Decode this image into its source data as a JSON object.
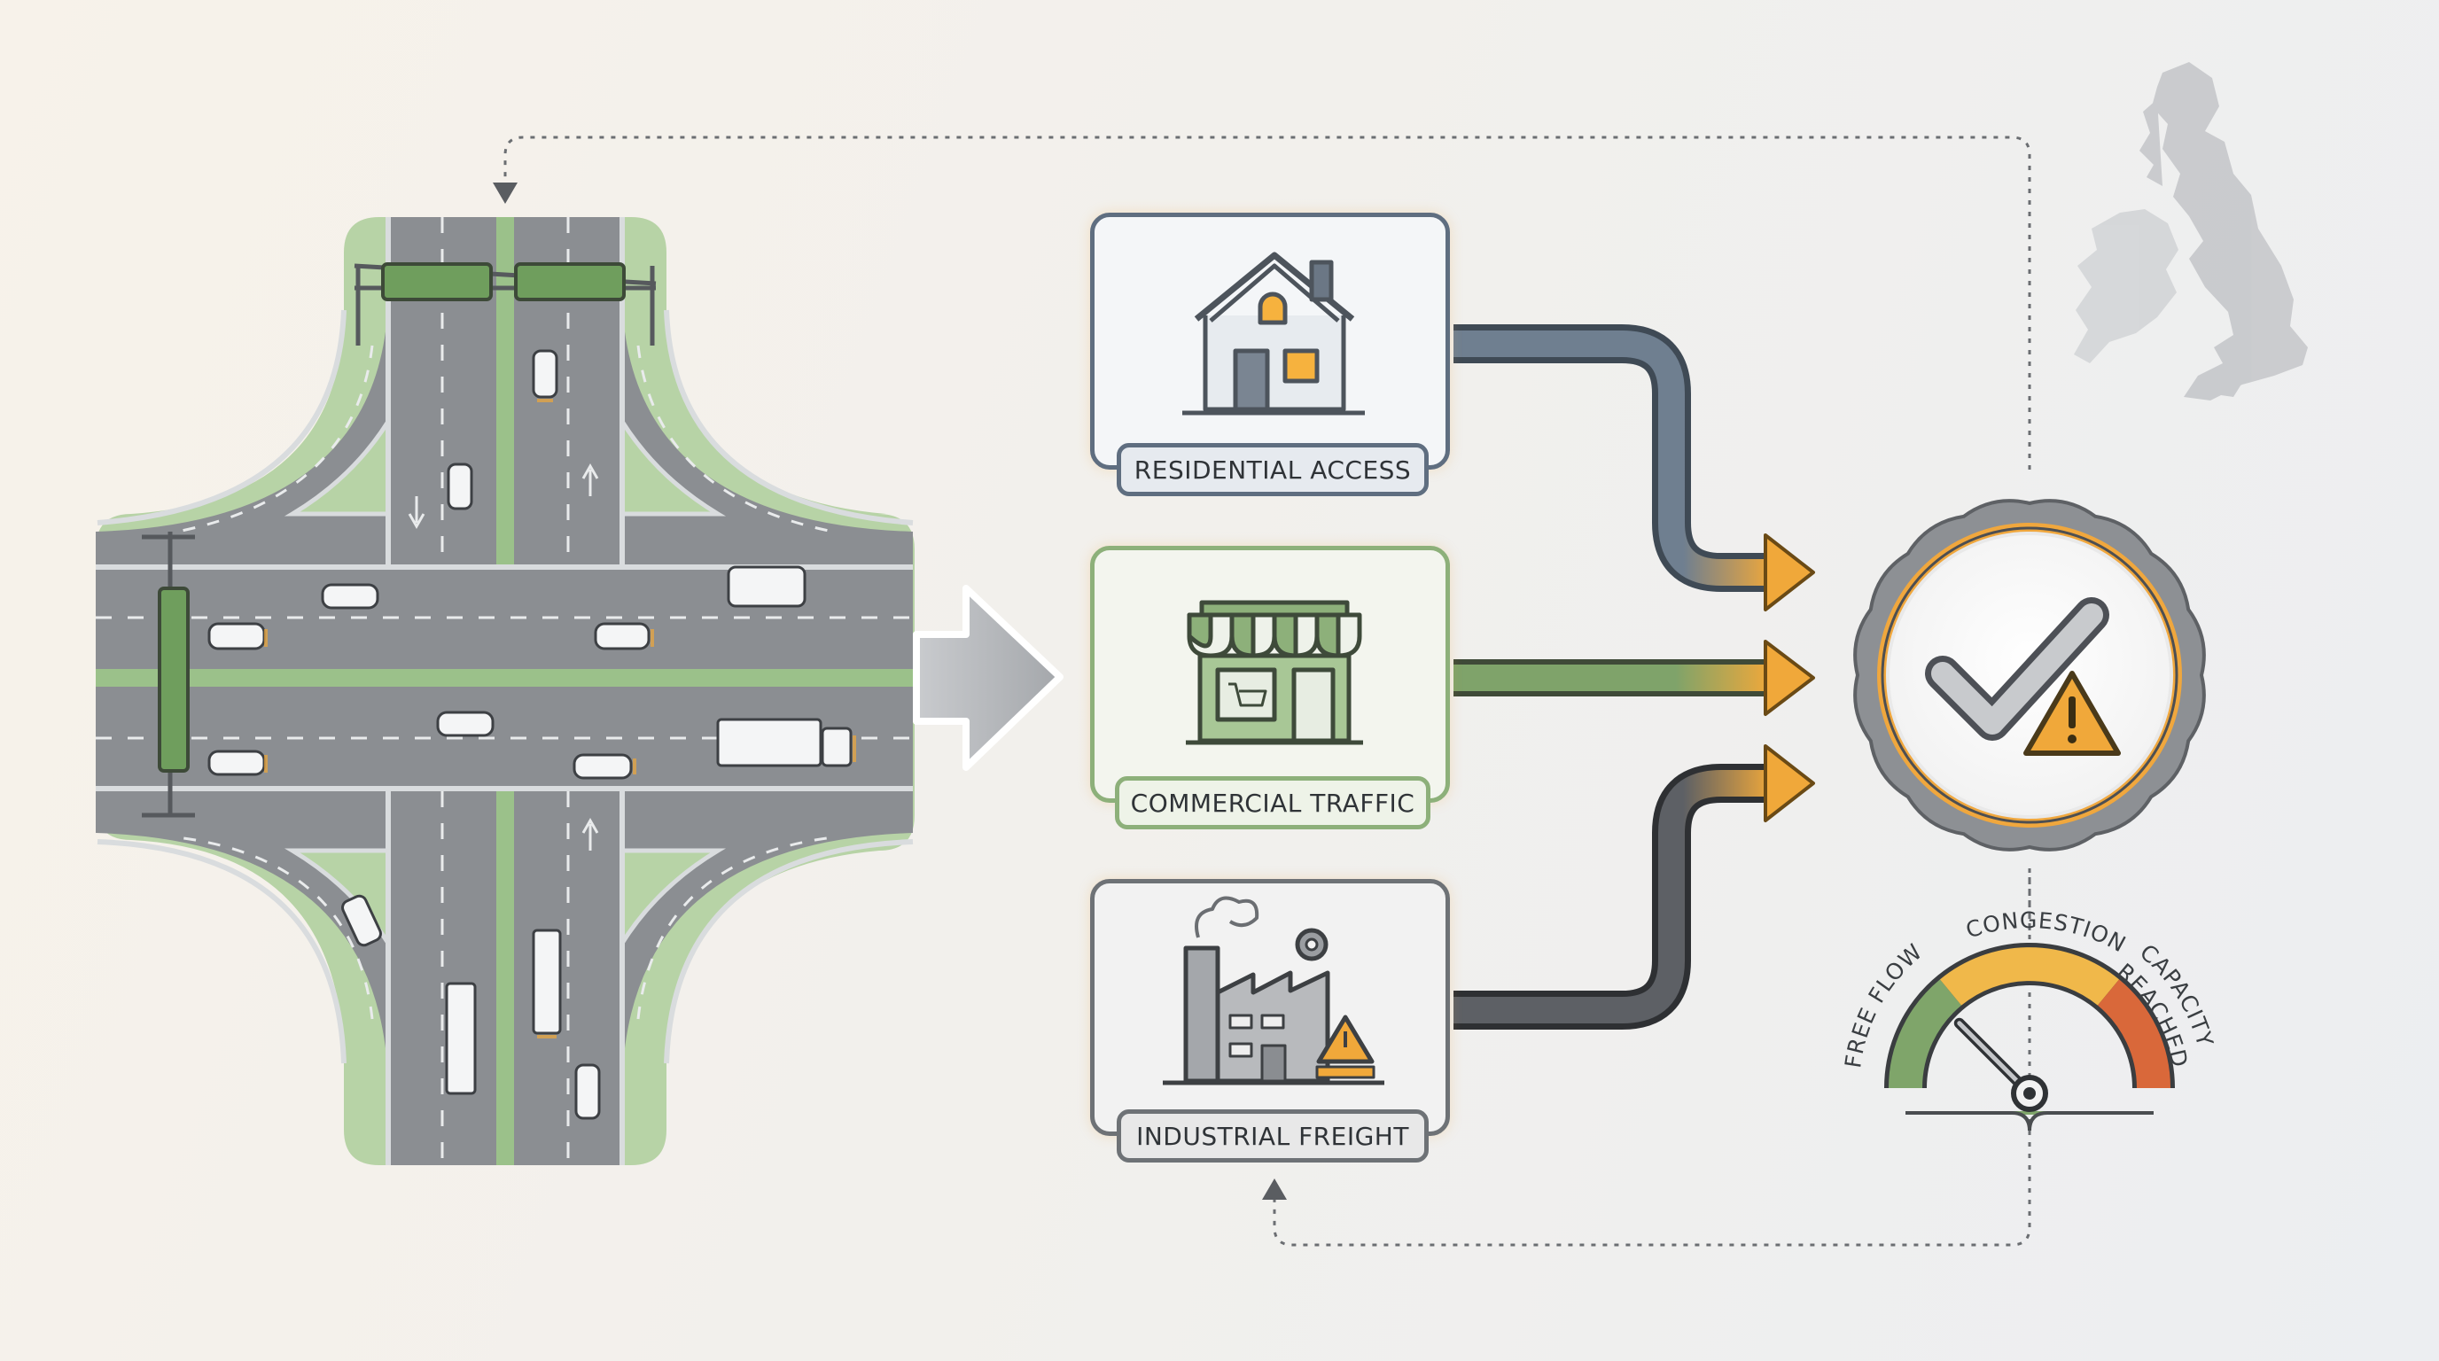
{
  "categories": {
    "residential": {
      "label": "RESIDENTIAL ACCESS",
      "icon": "house-icon"
    },
    "commercial": {
      "label": "COMMERCIAL TRAFFIC",
      "icon": "storefront-icon"
    },
    "industrial": {
      "label": "INDUSTRIAL FREIGHT",
      "icon": "factory-icon"
    }
  },
  "gauge": {
    "labels": {
      "low": "FREE FLOW",
      "mid": "CONGESTION",
      "high_line1": "CAPACITY",
      "high_line2": "REACHED"
    },
    "level": 0.25
  },
  "colors": {
    "residential": "#6f7f90",
    "commercial": "#7fa36a",
    "industrial": "#5d6065",
    "accent": "#f0a83a",
    "green": "#7fa56a",
    "road": "#8a8d91"
  },
  "icons": [
    "interchange-map",
    "check-warning-badge-icon",
    "uk-map-icon",
    "gauge-icon"
  ]
}
